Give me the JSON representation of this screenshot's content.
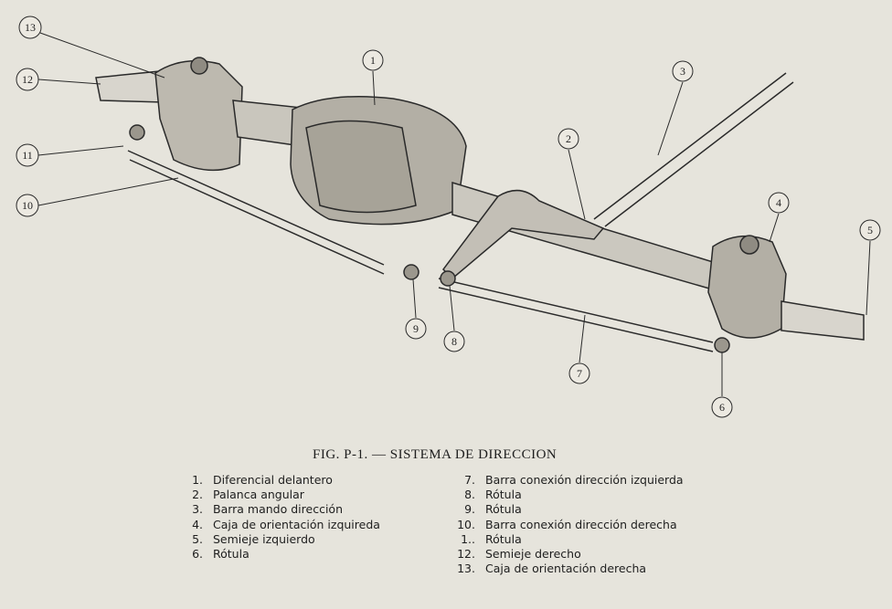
{
  "figure": {
    "caption": "FIG. P-1. — SISTEMA DE DIRECCION",
    "callouts": [
      "1",
      "2",
      "3",
      "4",
      "5",
      "6",
      "7",
      "8",
      "9",
      "10",
      "11",
      "12",
      "13"
    ]
  },
  "legend": {
    "left": [
      {
        "num": "1.",
        "label": "Diferencial delantero"
      },
      {
        "num": "2.",
        "label": "Palanca angular"
      },
      {
        "num": "3.",
        "label": "Barra mando dirección"
      },
      {
        "num": "4.",
        "label": "Caja de orientación izquireda"
      },
      {
        "num": "5.",
        "label": "Semieje izquierdo"
      },
      {
        "num": "6.",
        "label": "Rótula"
      }
    ],
    "right": [
      {
        "num": "7.",
        "label": "Barra conexión dirección izquierda"
      },
      {
        "num": "8.",
        "label": "Rótula"
      },
      {
        "num": "9.",
        "label": "Rótula"
      },
      {
        "num": "10.",
        "label": "Barra conexión dirección derecha"
      },
      {
        "num": "1..",
        "label": "Rótula"
      },
      {
        "num": "12.",
        "label": "Semieje derecho"
      },
      {
        "num": "13.",
        "label": "Caja de orientación derecha"
      }
    ]
  }
}
